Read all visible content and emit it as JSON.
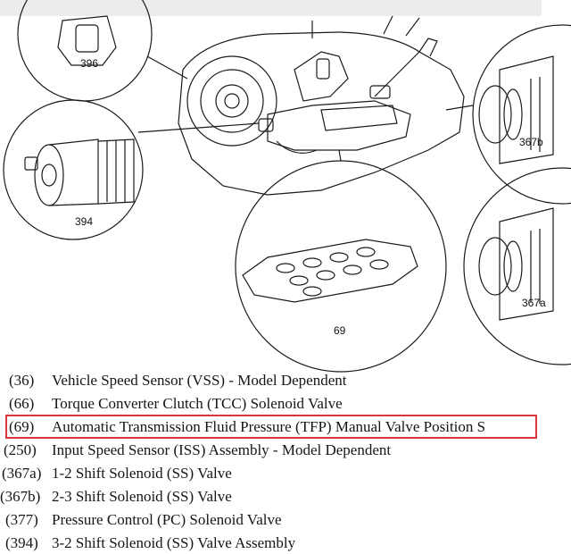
{
  "callouts": {
    "c396": "396",
    "c394": "394",
    "c69": "69",
    "c367b": "367b",
    "c367a": "367a"
  },
  "legend": {
    "rows": [
      {
        "code": "(36)",
        "desc": "Vehicle Speed Sensor (VSS) - Model Dependent"
      },
      {
        "code": "(66)",
        "desc": "Torque Converter Clutch (TCC) Solenoid Valve"
      },
      {
        "code": "(69)",
        "desc": "Automatic Transmission Fluid Pressure (TFP) Manual Valve Position S"
      },
      {
        "code": "(250)",
        "desc": "Input Speed Sensor (ISS) Assembly - Model Dependent"
      },
      {
        "code": "(367a)",
        "desc": "1-2 Shift Solenoid (SS) Valve"
      },
      {
        "code": "(367b)",
        "desc": "2-3 Shift Solenoid (SS) Valve"
      },
      {
        "code": "(377)",
        "desc": "Pressure Control (PC) Solenoid Valve"
      },
      {
        "code": "(394)",
        "desc": "3-2 Shift Solenoid (SS) Valve Assembly"
      }
    ],
    "highlight_color": "#d9373b"
  }
}
